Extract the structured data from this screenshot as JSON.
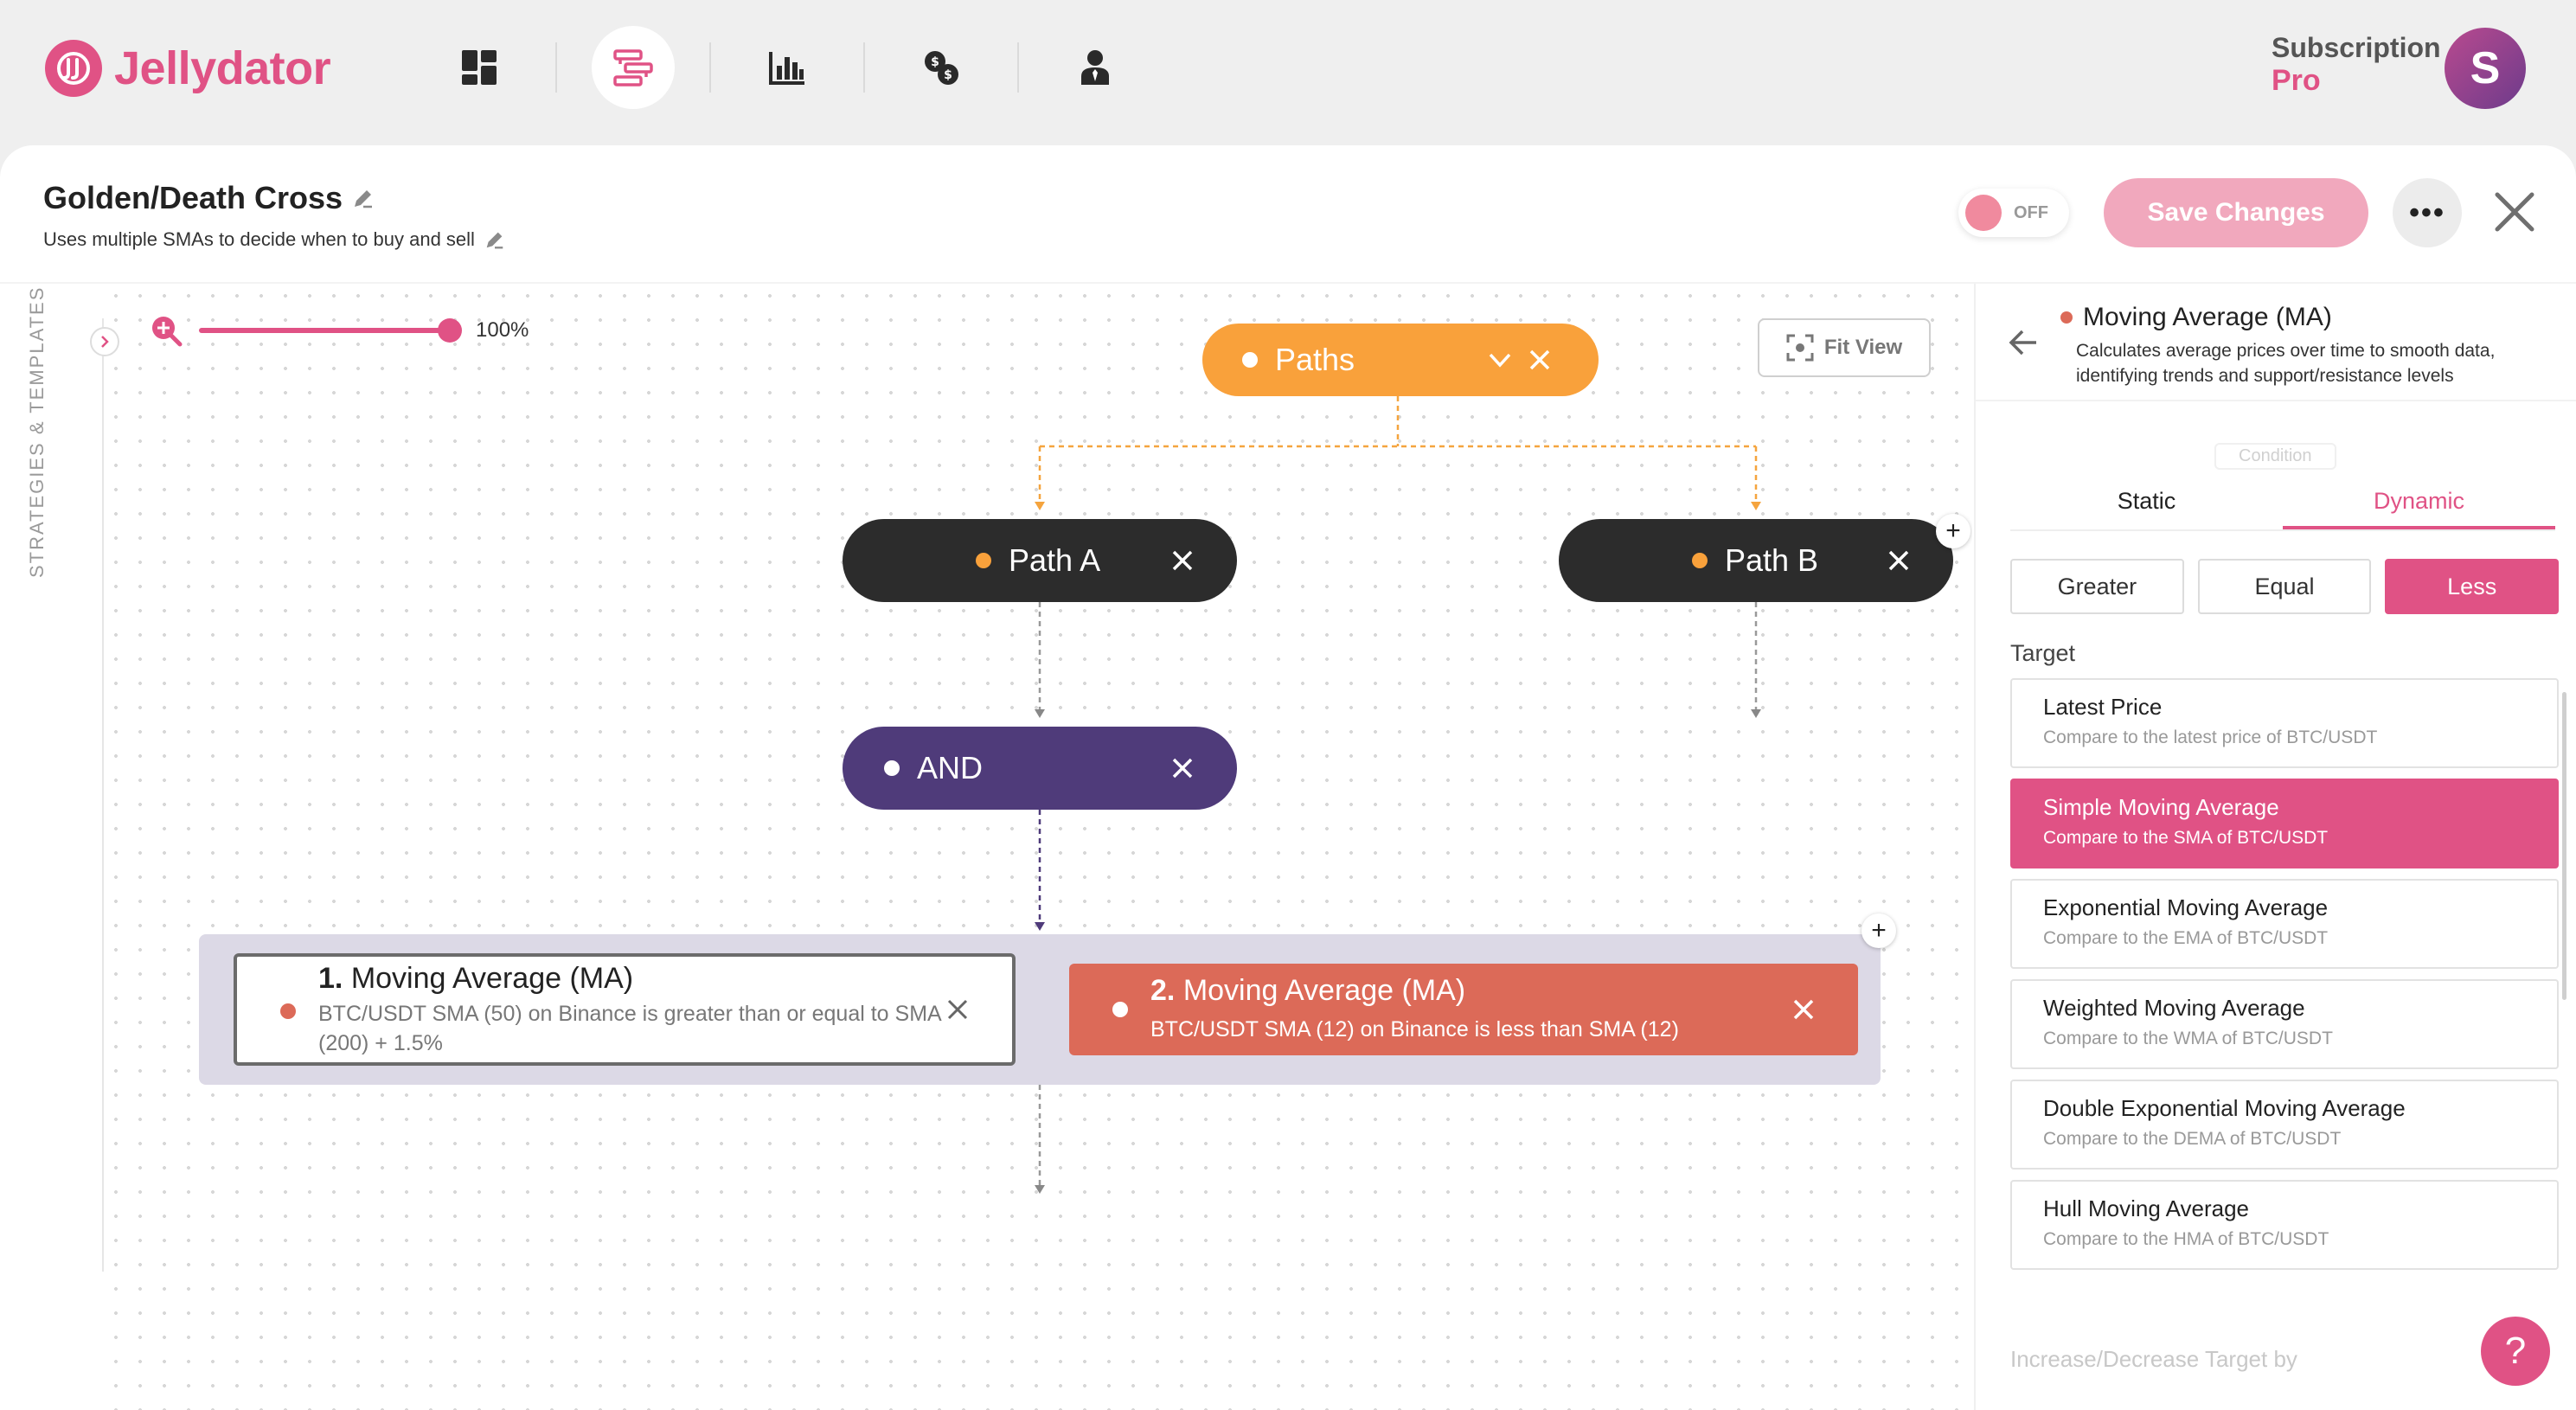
{
  "app": {
    "name": "Jellydator",
    "accent_color": "#e05285"
  },
  "nav": {
    "items": [
      {
        "name": "dashboard-icon",
        "active": false
      },
      {
        "name": "strategies-icon",
        "active": true
      },
      {
        "name": "chart-bars-icon",
        "active": false
      },
      {
        "name": "exchange-icon",
        "active": false
      },
      {
        "name": "user-icon",
        "active": false
      }
    ]
  },
  "subscription": {
    "label": "Subscription",
    "plan": "Pro",
    "avatar_initial": "S"
  },
  "strategy": {
    "title": "Golden/Death Cross",
    "description": "Uses multiple SMAs to decide when to buy and sell",
    "toggle_label": "OFF",
    "toggle_on": false,
    "save_label": "Save Changes",
    "more_label": "•••"
  },
  "sidebar": {
    "label": "STRATEGIES & TEMPLATES"
  },
  "canvas": {
    "zoom_value": "100%",
    "fit_view_label": "Fit View",
    "nodes": {
      "paths": {
        "label": "Paths",
        "color": "#f9a13b"
      },
      "path_a": {
        "label": "Path A",
        "color": "#2c2c2c"
      },
      "path_b": {
        "label": "Path B",
        "color": "#2c2c2c"
      },
      "and": {
        "label": "AND",
        "color": "#4f3b7a"
      }
    },
    "conditions": [
      {
        "number": "1.",
        "title": "Moving Average (MA)",
        "subtitle": "BTC/USDT SMA (50) on Binance is greater than or equal to SMA (200) + 1.5%",
        "selected": false
      },
      {
        "number": "2.",
        "title": "Moving Average (MA)",
        "subtitle": "BTC/USDT SMA (12) on Binance is less than SMA (12)",
        "selected": true,
        "color": "#dc6a58"
      }
    ]
  },
  "panel": {
    "title": "Moving Average (MA)",
    "description": "Calculates average prices over time to smooth data, identifying trends and support/resistance levels",
    "faded_label": "Condition",
    "tabs": [
      {
        "label": "Static",
        "active": false
      },
      {
        "label": "Dynamic",
        "active": true
      }
    ],
    "comparators": [
      {
        "label": "Greater",
        "active": false
      },
      {
        "label": "Equal",
        "active": false
      },
      {
        "label": "Less",
        "active": true
      }
    ],
    "target_label": "Target",
    "targets": [
      {
        "name": "Latest Price",
        "sub": "Compare to the latest price of BTC/USDT",
        "active": false
      },
      {
        "name": "Simple Moving Average",
        "sub": "Compare to the SMA of BTC/USDT",
        "active": true
      },
      {
        "name": "Exponential Moving Average",
        "sub": "Compare to the EMA of BTC/USDT",
        "active": false
      },
      {
        "name": "Weighted Moving Average",
        "sub": "Compare to the WMA of BTC/USDT",
        "active": false
      },
      {
        "name": "Double Exponential Moving Average",
        "sub": "Compare to the DEMA of BTC/USDT",
        "active": false
      },
      {
        "name": "Hull Moving Average",
        "sub": "Compare to the HMA of BTC/USDT",
        "active": false
      }
    ],
    "increase_label": "Increase/Decrease Target by"
  },
  "help": {
    "label": "?"
  }
}
